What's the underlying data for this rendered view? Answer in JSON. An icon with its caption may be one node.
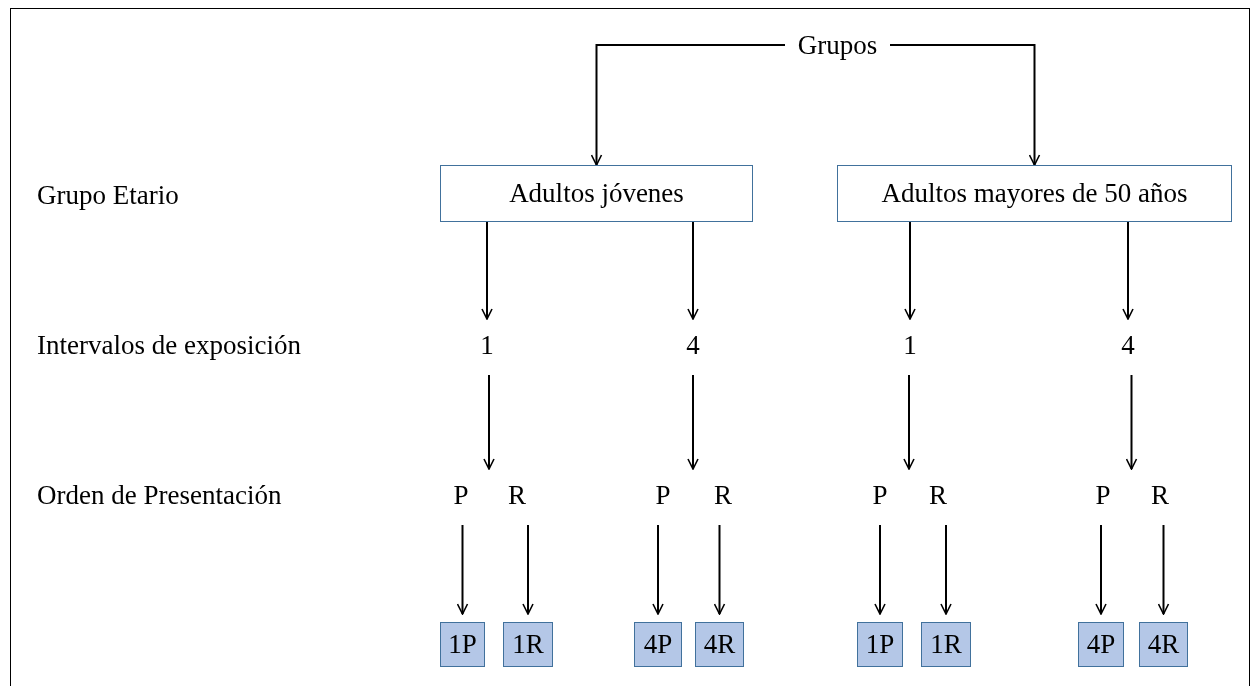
{
  "diagram": {
    "nodes": [
      {
        "text": [
          "Grupos"
        ]
      },
      {
        "text": [
          "Adultos jóvenes"
        ]
      },
      {
        "text": [
          "Adultos mayores de 50 años"
        ]
      },
      {
        "text": [
          "1"
        ]
      },
      {
        "text": [
          "4"
        ]
      },
      {
        "text": [
          "1"
        ]
      },
      {
        "text": [
          "4"
        ]
      },
      {
        "text": [
          "P"
        ]
      },
      {
        "text": [
          "R"
        ]
      },
      {
        "text": [
          "P"
        ]
      },
      {
        "text": [
          "R"
        ]
      },
      {
        "text": [
          "P"
        ]
      },
      {
        "text": [
          "R"
        ]
      },
      {
        "text": [
          "P"
        ]
      },
      {
        "text": [
          "R"
        ]
      },
      {
        "text": [
          "1P"
        ]
      },
      {
        "text": [
          "1R"
        ]
      },
      {
        "text": [
          "4P"
        ]
      },
      {
        "text": [
          "4R"
        ]
      },
      {
        "text": [
          "1P"
        ]
      },
      {
        "text": [
          "1R"
        ]
      },
      {
        "text": [
          "4P"
        ]
      },
      {
        "text": [
          "4R"
        ]
      }
    ],
    "edges": [
      {
        "from": 0,
        "to": 1,
        "arrow": "to"
      },
      {
        "from": 0,
        "to": 2,
        "arrow": "to"
      },
      {
        "from": 1,
        "to": 3,
        "arrow": "to"
      },
      {
        "from": 1,
        "to": 4,
        "arrow": "to"
      },
      {
        "from": 2,
        "to": 5,
        "arrow": "to"
      },
      {
        "from": 2,
        "to": 6,
        "arrow": "to"
      },
      {
        "from": 3,
        "to": 7,
        "arrow": "to"
      },
      {
        "from": 3,
        "to": 8,
        "arrow": "to"
      },
      {
        "from": 4,
        "to": 9,
        "arrow": "to"
      },
      {
        "from": 4,
        "to": 10,
        "arrow": "to"
      },
      {
        "from": 5,
        "to": 11,
        "arrow": "to"
      },
      {
        "from": 5,
        "to": 12,
        "arrow": "to"
      },
      {
        "from": 6,
        "to": 13,
        "arrow": "to"
      },
      {
        "from": 6,
        "to": 14,
        "arrow": "to"
      },
      {
        "from": 7,
        "to": 15,
        "arrow": "to"
      },
      {
        "from": 8,
        "to": 16,
        "arrow": "to"
      },
      {
        "from": 9,
        "to": 17,
        "arrow": "to"
      },
      {
        "from": 10,
        "to": 18,
        "arrow": "to"
      },
      {
        "from": 11,
        "to": 19,
        "arrow": "to"
      },
      {
        "from": 12,
        "to": 20,
        "arrow": "to"
      },
      {
        "from": 13,
        "to": 21,
        "arrow": "to"
      },
      {
        "from": 14,
        "to": 22,
        "arrow": "to"
      }
    ],
    "labels": [
      "Grupo Etario",
      "Intervalos de exposición",
      "Orden de Presentación"
    ]
  }
}
